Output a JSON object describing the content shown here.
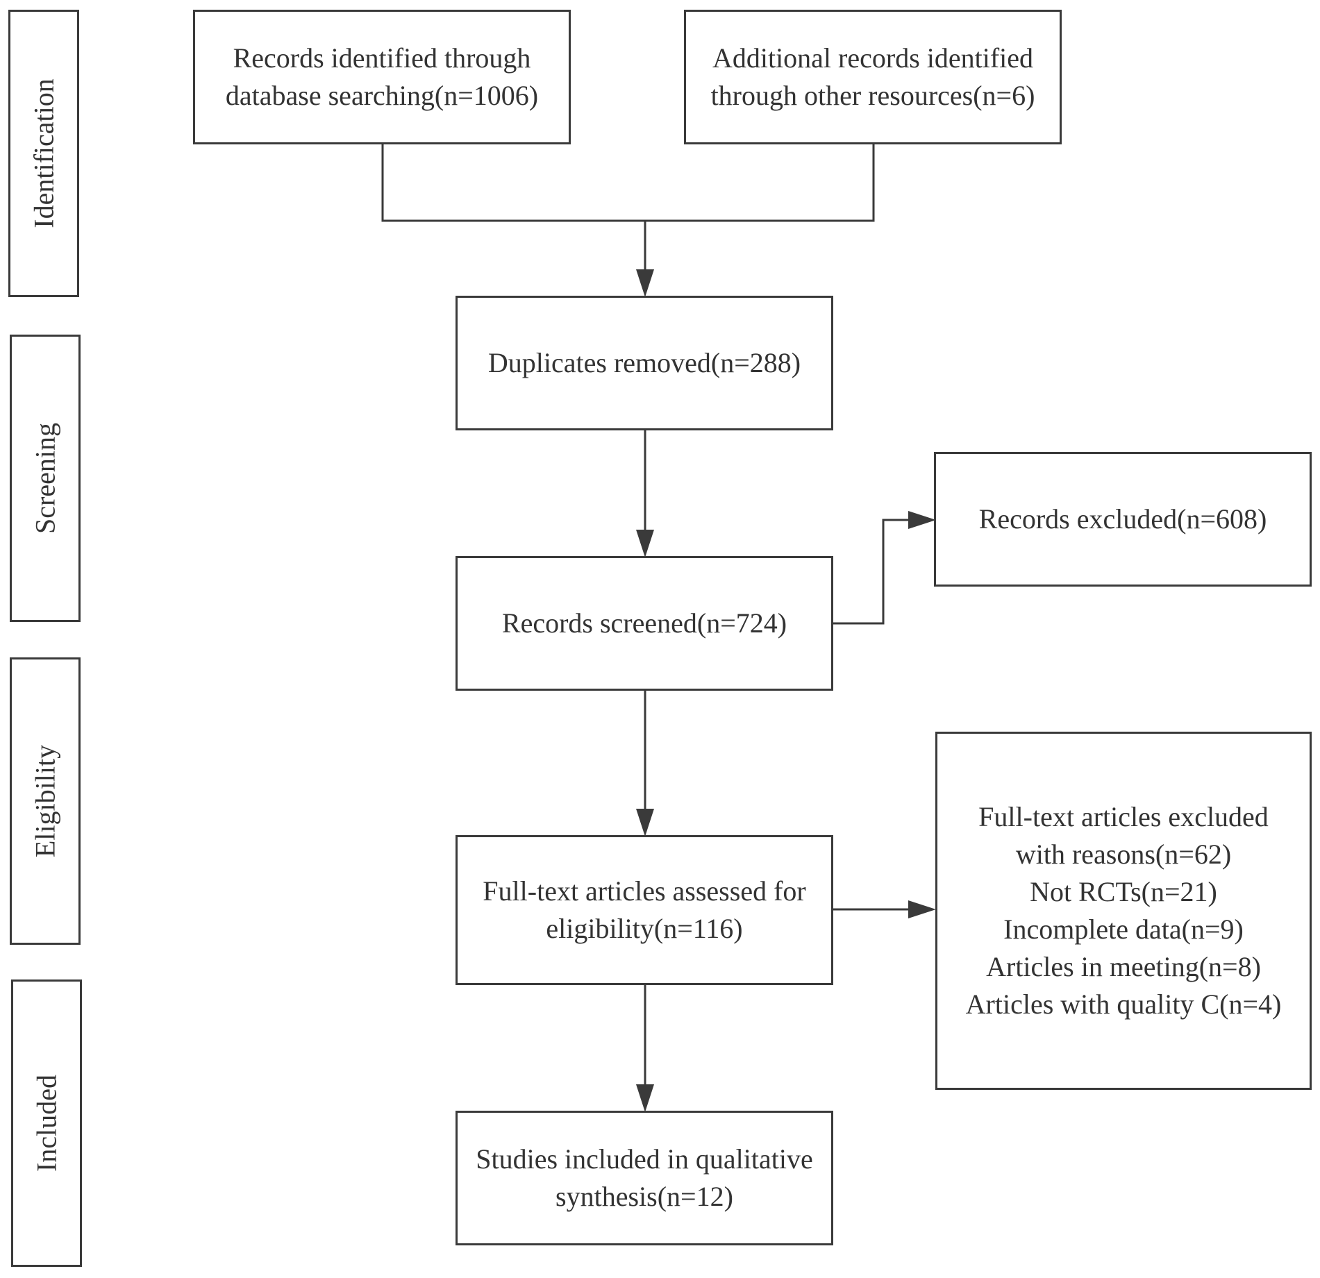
{
  "stages": {
    "identification": "Identification",
    "screening": "Screening",
    "eligibility": "Eligibility",
    "included": "Included"
  },
  "boxes": {
    "database_records": [
      "Records identified through",
      "database searching(n=1006)"
    ],
    "other_records": [
      "Additional records identified",
      "through other resources(n=6)"
    ],
    "duplicates_removed": [
      "Duplicates removed(n=288)"
    ],
    "records_screened": [
      "Records screened(n=724)"
    ],
    "records_excluded": [
      "Records excluded(n=608)"
    ],
    "fulltext_assessed": [
      "Full-text articles assessed for",
      "eligibility(n=116)"
    ],
    "fulltext_excluded": [
      "Full-text articles excluded",
      "with reasons(n=62)",
      "Not RCTs(n=21)",
      "Incomplete data(n=9)",
      "Articles in meeting(n=8)",
      "Articles with quality C(n=4)"
    ],
    "studies_included": [
      "Studies included in qualitative",
      "synthesis(n=12)"
    ]
  },
  "colors": {
    "stroke": "#3a3a3a",
    "text": "#333333",
    "background": "#ffffff"
  }
}
